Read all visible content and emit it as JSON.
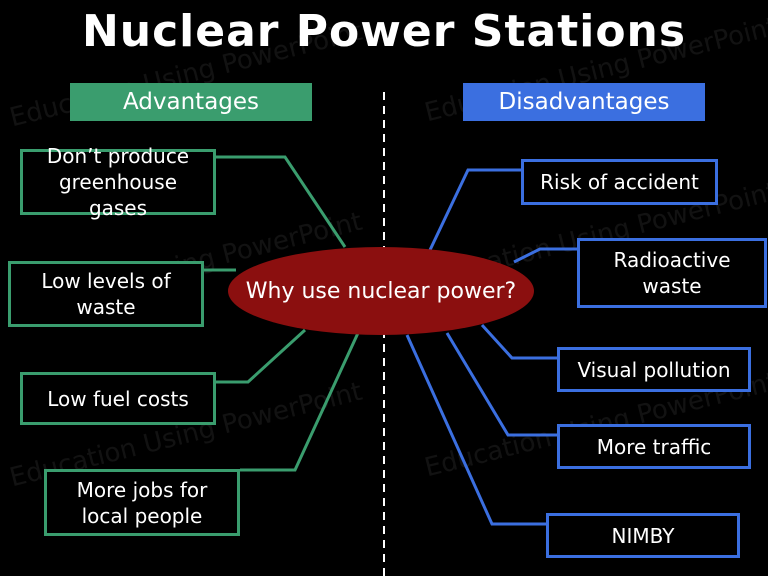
{
  "title": "Nuclear Power Stations",
  "headers": {
    "advantages": "Advantages",
    "disadvantages": "Disadvantages"
  },
  "center": "Why use nuclear power?",
  "advantages": [
    {
      "line1": "Don’t produce",
      "line2": "greenhouse gases"
    },
    {
      "line1": "Low levels of",
      "line2": "waste"
    },
    {
      "line1": "Low fuel costs",
      "line2": ""
    },
    {
      "line1": "More jobs for",
      "line2": "local people"
    }
  ],
  "disadvantages": [
    {
      "line1": "Risk of accident",
      "line2": ""
    },
    {
      "line1": "Radioactive",
      "line2": "waste"
    },
    {
      "line1": "Visual pollution",
      "line2": ""
    },
    {
      "line1": "More traffic",
      "line2": ""
    },
    {
      "line1": "NIMBY",
      "line2": ""
    }
  ],
  "watermark": "Education Using PowerPoint",
  "colors": {
    "advantage": "#3a9d6e",
    "disadvantage": "#3b6fe0",
    "center": "#8b0f0f"
  }
}
